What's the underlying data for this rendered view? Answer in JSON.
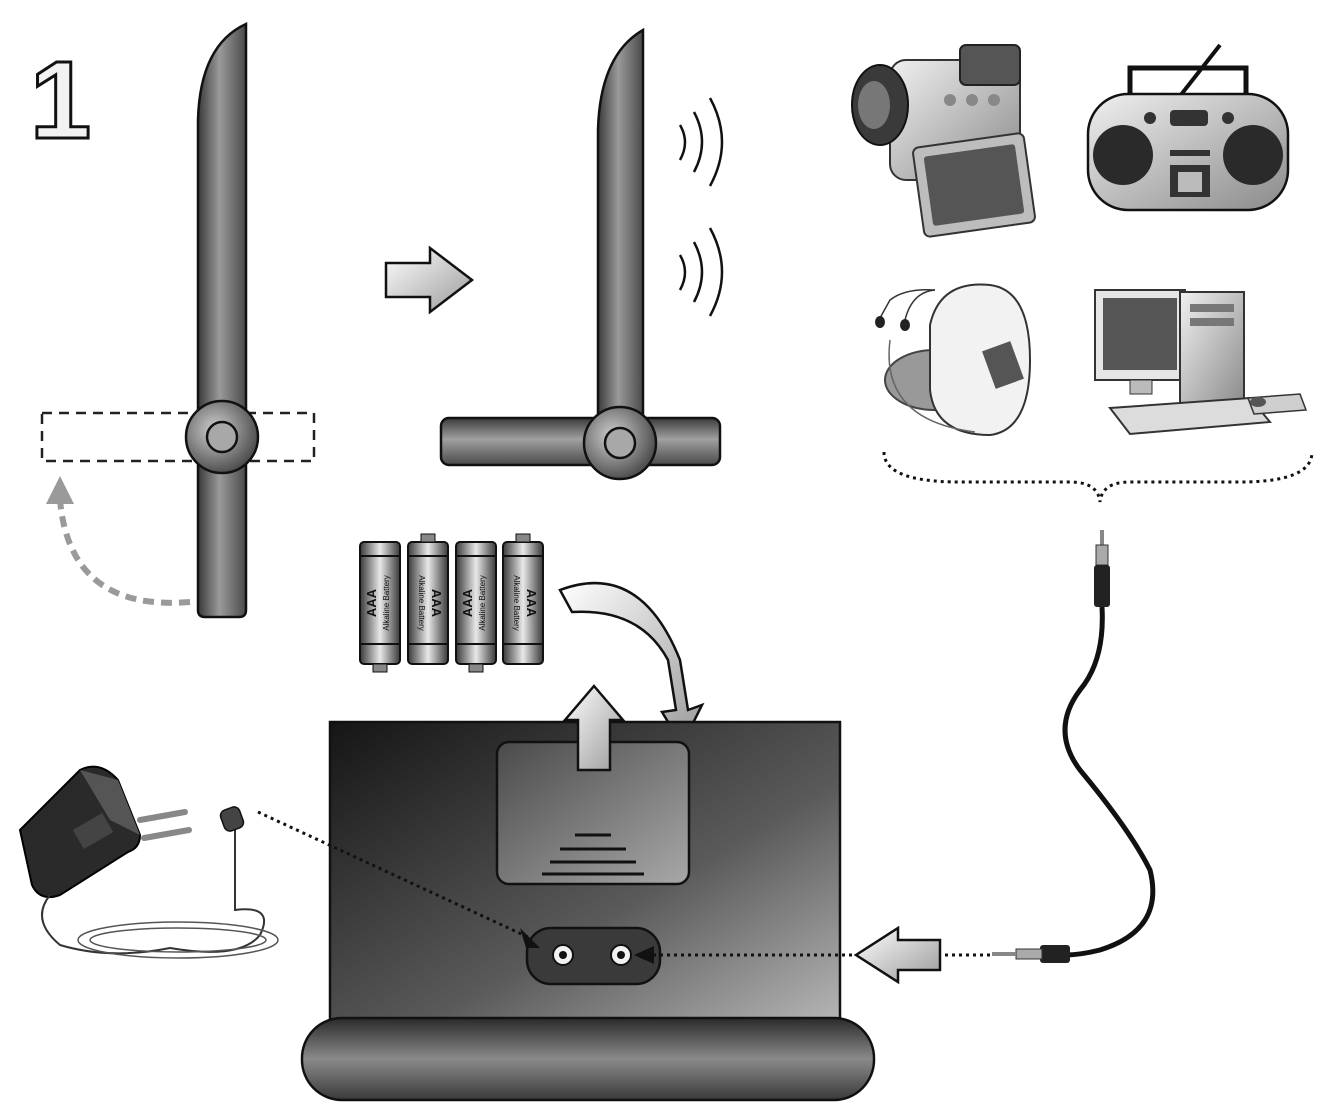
{
  "step": {
    "number": "1"
  },
  "batteries": [
    {
      "size": "AAA",
      "type": "Alkaline Battery",
      "flipped": true
    },
    {
      "size": "AAA",
      "type": "Alkaline Battery",
      "flipped": false
    },
    {
      "size": "AAA",
      "type": "Alkaline Battery",
      "flipped": true
    },
    {
      "size": "AAA",
      "type": "Alkaline Battery",
      "flipped": false
    }
  ],
  "audio_sources": [
    {
      "icon": "camcorder-icon"
    },
    {
      "icon": "boombox-icon"
    },
    {
      "icon": "cd-player-icon"
    },
    {
      "icon": "desktop-computer-icon"
    }
  ],
  "colors": {
    "device_dark": "#2b2b2b",
    "device_mid": "#808080",
    "outline": "#111111",
    "arrow_fill": "#d9d9d9"
  }
}
